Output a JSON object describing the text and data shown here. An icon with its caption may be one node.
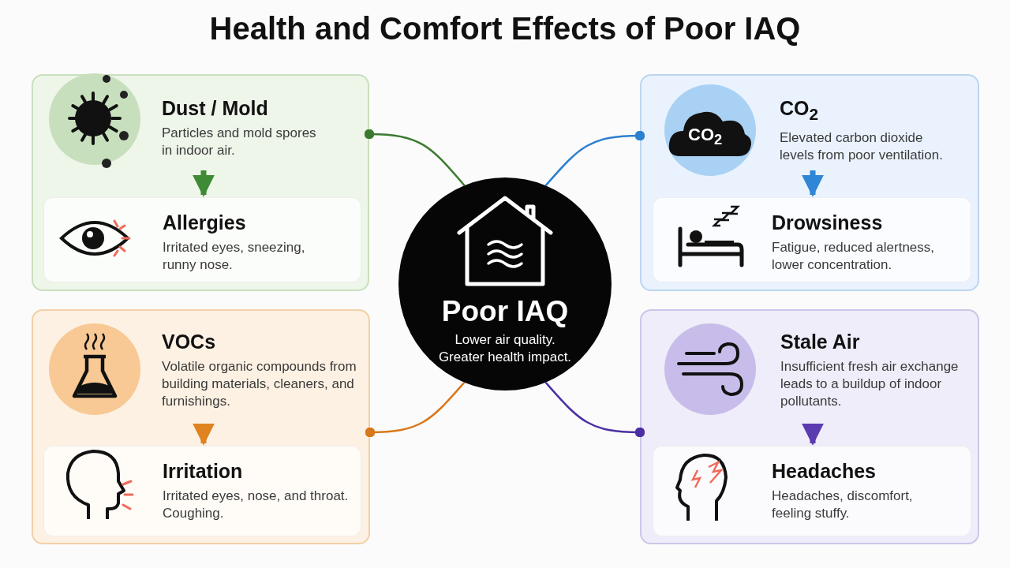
{
  "diagram": {
    "title": "Health and Comfort Effects of Poor IAQ",
    "nodes": [
      {
        "text": [],
        "shape": "box"
      },
      {
        "text": [
          "Dust / Mold",
          "Particles and mold spores in indoor air."
        ],
        "in": 0
      },
      {
        "text": [
          "Allergies",
          "Irritated eyes, sneezing, runny nose."
        ],
        "in": 0
      },
      {
        "text": [],
        "shape": "box"
      },
      {
        "text": [
          "CO$_{2}$",
          "Elevated carbon dioxide levels from poor ventilation."
        ],
        "in": 3
      },
      {
        "text": [
          "Drowsiness",
          "Fatigue, reduced alertness, lower concentration."
        ],
        "in": 3
      },
      {
        "text": [
          "Poor IAQ",
          "Lower air quality. Greater health impact."
        ]
      },
      {
        "text": [],
        "shape": "box"
      },
      {
        "text": [
          "VOCs",
          "Volatile organic compounds from building materials, cleaners, and furnishings."
        ],
        "in": 7
      },
      {
        "text": [
          "Irritation",
          "Irritated eyes, nose, and throat. Coughing."
        ],
        "in": 7
      },
      {
        "text": [],
        "shape": "box"
      },
      {
        "text": [
          "Stale Air",
          "Insufficient fresh air exchange leads to a buildup of indoor pollutants."
        ],
        "in": 10
      },
      {
        "text": [
          "Headaches",
          "Headaches, discomfort, feeling stuffy."
        ],
        "in": 10
      }
    ],
    "edges": [
      {
        "from": 6,
        "to": 0,
        "arrow": "other",
        "color": "#3b7a2e"
      },
      {
        "from": 6,
        "to": 3,
        "arrow": "other",
        "color": "#2d7fd0"
      },
      {
        "from": 6,
        "to": 7,
        "arrow": "other",
        "color": "#d9771a"
      },
      {
        "from": 6,
        "to": 10,
        "arrow": "other",
        "color": "#4b2fa3"
      },
      {
        "from": 1,
        "to": 2,
        "arrow": "to",
        "style": "thick",
        "color": "#3f8a34"
      },
      {
        "from": 4,
        "to": 5,
        "arrow": "to",
        "style": "thick",
        "color": "#2f86d6"
      },
      {
        "from": 8,
        "to": 9,
        "arrow": "to",
        "style": "thick",
        "color": "#e0821f"
      },
      {
        "from": 11,
        "to": 12,
        "arrow": "to",
        "style": "thick",
        "color": "#5a3bb0"
      }
    ],
    "labels": [
      "CO$_{2}$"
    ]
  }
}
